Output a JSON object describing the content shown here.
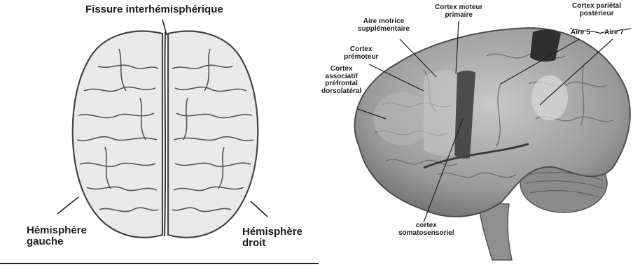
{
  "left_panel": {
    "labels": {
      "fissure": "Fissure interhémisphérique",
      "left_hemisphere": "Hémisphère\ngauche",
      "right_hemisphere": "Hémisphère\ndroit"
    }
  },
  "right_panel": {
    "labels": {
      "supplementary_motor": "Aire motrice\nsupplémentaire",
      "primary_motor": "Cortex moteur\nprimaire",
      "posterior_parietal": "Cortex pariétal\npostérieur",
      "area5": "Aire 5",
      "area7": "Aire 7",
      "premotor": "Cortex\nprémoteur",
      "dlpfc": "Cortex\nassociatif\npréfrontal\ndorsolatéral",
      "somatosensory": "cortex\nsomatosensoriel"
    }
  },
  "colors": {
    "brain_fill": "#e9e9e9",
    "brain_outline": "#444444",
    "photo_brain": "#a8a8a8",
    "motor_strip": "#3f3f3f",
    "area5_fill": "#2f2f2f"
  }
}
